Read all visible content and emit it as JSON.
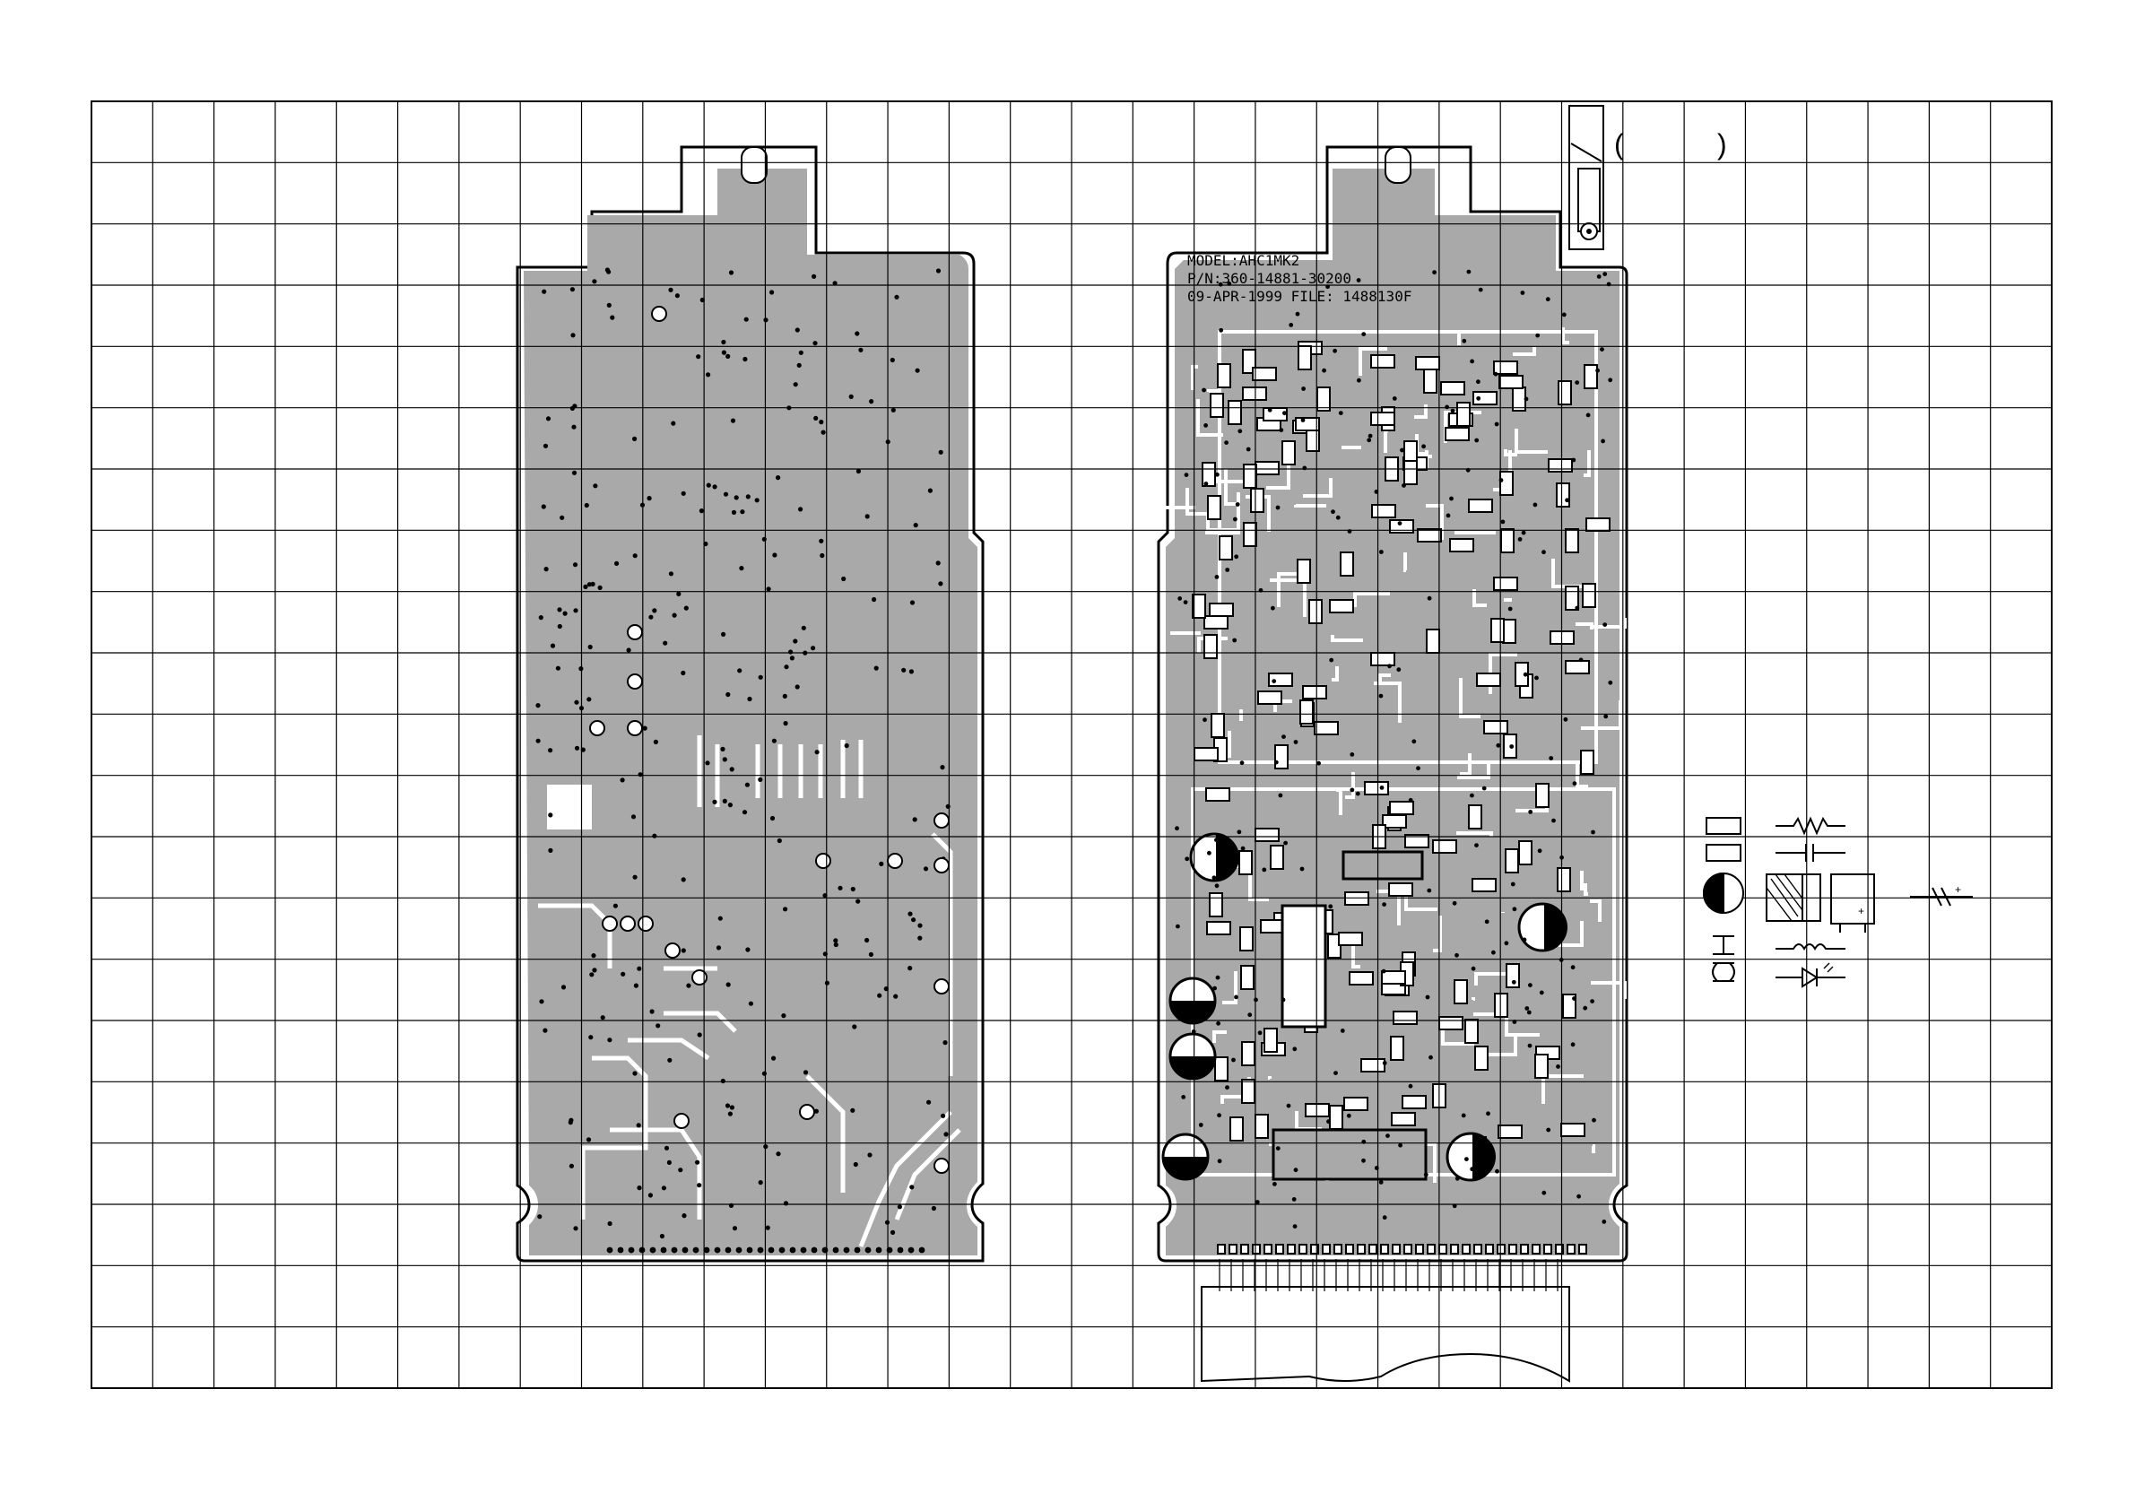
{
  "silkscreen": {
    "model": "MODEL:AHC1MK2",
    "part_number": "P/N:360-14881-30200",
    "date_file": "09-APR-1999  FILE: 1488130F"
  },
  "parenthesis": {
    "open": "(",
    "close": ")"
  },
  "colors": {
    "copper": "#a9a9a9",
    "outline": "#000000",
    "grid": "#000000",
    "background": "#ffffff"
  },
  "icons": [
    "resistor-icon",
    "capacitor-icon",
    "inductor-icon",
    "diode-icon",
    "electrolytic-capacitor-icon",
    "transistor-icon",
    "zener-icon"
  ]
}
